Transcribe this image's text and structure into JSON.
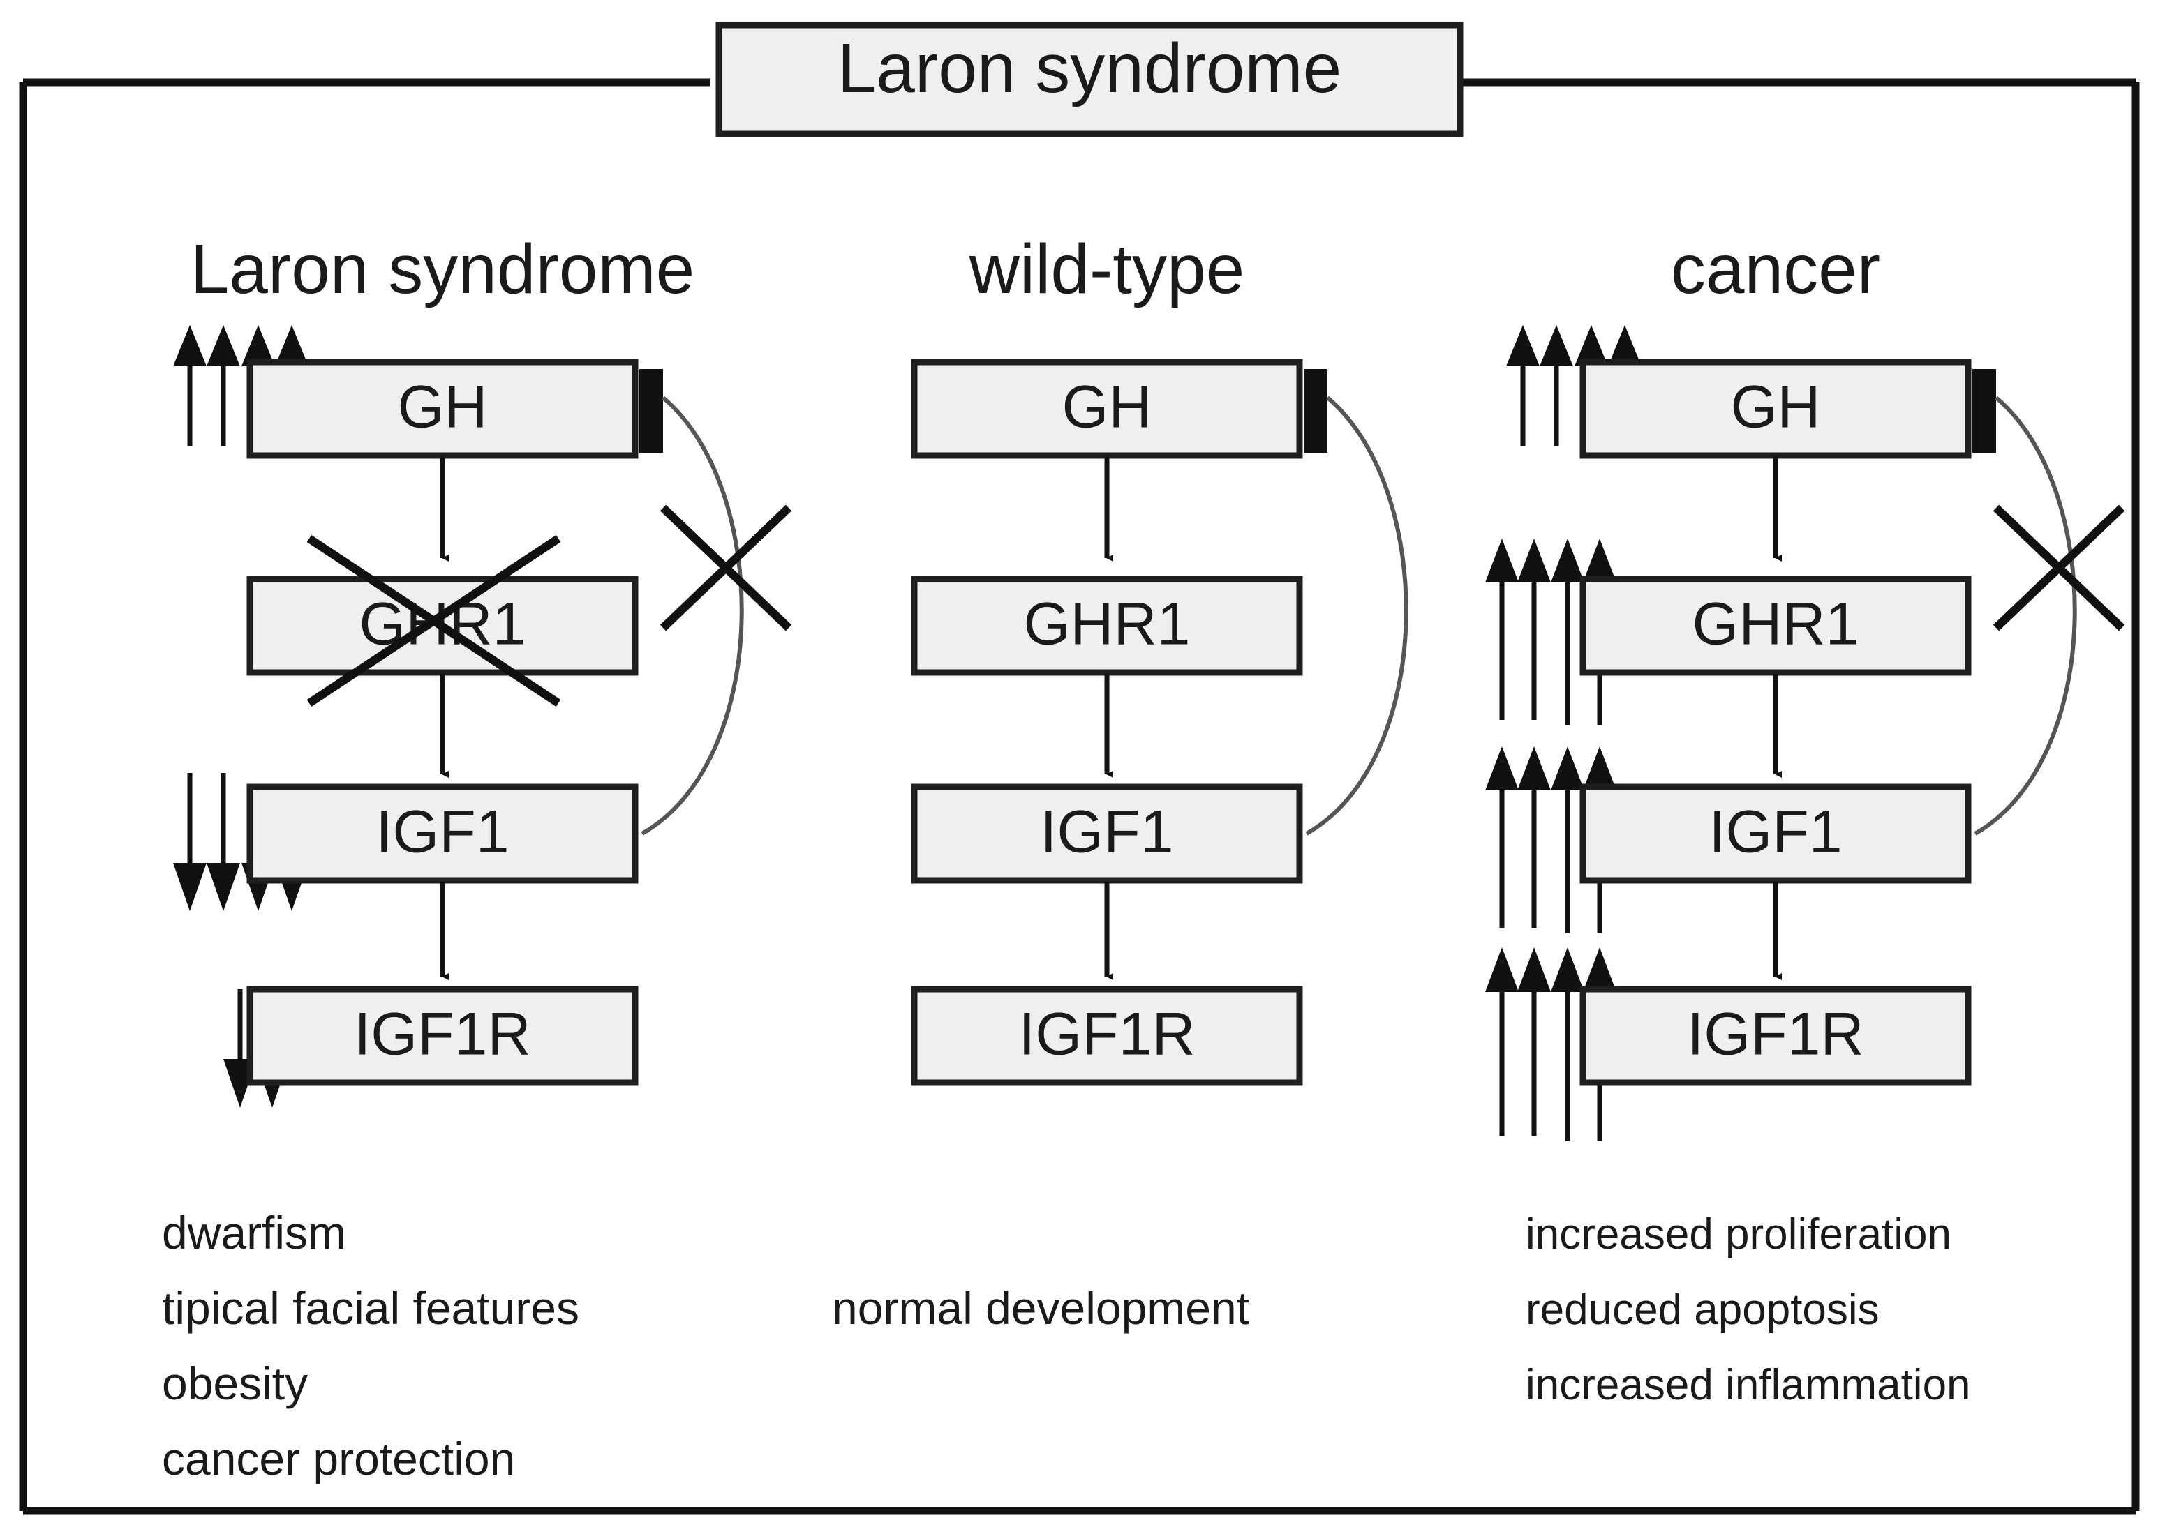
{
  "figure": {
    "title": "Laron syndrome",
    "background_color": "#ffffff",
    "box_fill": "#f0f0f0",
    "stroke_color": "#1a1a1a"
  },
  "columns": [
    {
      "id": "laron",
      "heading": "Laron syndrome",
      "nodes": [
        {
          "id": "gh",
          "label": "GH",
          "regulation": "up",
          "arrow_count": 4,
          "arrow_direction": "up",
          "has_receptor_bar": true,
          "blocked": false
        },
        {
          "id": "ghr1",
          "label": "GHR1",
          "regulation": "blocked",
          "arrow_count": 0,
          "arrow_direction": "none",
          "has_receptor_bar": false,
          "blocked": true
        },
        {
          "id": "igf1",
          "label": "IGF1",
          "regulation": "down",
          "arrow_count": 4,
          "arrow_direction": "down",
          "has_receptor_bar": false,
          "blocked": false
        },
        {
          "id": "igf1r",
          "label": "IGF1R",
          "regulation": "down",
          "arrow_count": 2,
          "arrow_direction": "down",
          "has_receptor_bar": false,
          "blocked": false
        }
      ],
      "feedback_loop": {
        "from": "gh",
        "to": "igf1",
        "blocked": true
      },
      "outcomes": [
        "dwarfism",
        "tipical facial features",
        "obesity",
        "cancer protection"
      ]
    },
    {
      "id": "wildtype",
      "heading": "wild-type",
      "nodes": [
        {
          "id": "gh",
          "label": "GH",
          "regulation": "normal",
          "arrow_count": 0,
          "arrow_direction": "none",
          "has_receptor_bar": true,
          "blocked": false
        },
        {
          "id": "ghr1",
          "label": "GHR1",
          "regulation": "normal",
          "arrow_count": 0,
          "arrow_direction": "none",
          "has_receptor_bar": false,
          "blocked": false
        },
        {
          "id": "igf1",
          "label": "IGF1",
          "regulation": "normal",
          "arrow_count": 0,
          "arrow_direction": "none",
          "has_receptor_bar": false,
          "blocked": false
        },
        {
          "id": "igf1r",
          "label": "IGF1R",
          "regulation": "normal",
          "arrow_count": 0,
          "arrow_direction": "none",
          "has_receptor_bar": false,
          "blocked": false
        }
      ],
      "feedback_loop": {
        "from": "gh",
        "to": "igf1",
        "blocked": false
      },
      "outcomes": [
        "normal development"
      ]
    },
    {
      "id": "cancer",
      "heading": "cancer",
      "nodes": [
        {
          "id": "gh",
          "label": "GH",
          "regulation": "up",
          "arrow_count": 4,
          "arrow_direction": "up",
          "has_receptor_bar": true,
          "blocked": false
        },
        {
          "id": "ghr1",
          "label": "GHR1",
          "regulation": "up",
          "arrow_count": 4,
          "arrow_direction": "up",
          "has_receptor_bar": false,
          "blocked": false
        },
        {
          "id": "igf1",
          "label": "IGF1",
          "regulation": "up",
          "arrow_count": 4,
          "arrow_direction": "up",
          "has_receptor_bar": false,
          "blocked": false
        },
        {
          "id": "igf1r",
          "label": "IGF1R",
          "regulation": "up",
          "arrow_count": 4,
          "arrow_direction": "up",
          "has_receptor_bar": false,
          "blocked": false
        }
      ],
      "feedback_loop": {
        "from": "gh",
        "to": "igf1",
        "blocked": true
      },
      "outcomes": [
        "increased proliferation",
        "reduced apoptosis",
        "increased inflammation"
      ]
    }
  ],
  "labels": {
    "col1_heading": "Laron syndrome",
    "col2_heading": "wild-type",
    "col3_heading": "cancer",
    "gh": "GH",
    "ghr1": "GHR1",
    "igf1": "IGF1",
    "igf1r": "IGF1R",
    "c1_o1": "dwarfism",
    "c1_o2": "tipical facial features",
    "c1_o3": "obesity",
    "c1_o4": "cancer protection",
    "c2_o1": "normal development",
    "c3_o1": "increased proliferation",
    "c3_o2": "reduced apoptosis",
    "c3_o3": "increased inflammation"
  }
}
